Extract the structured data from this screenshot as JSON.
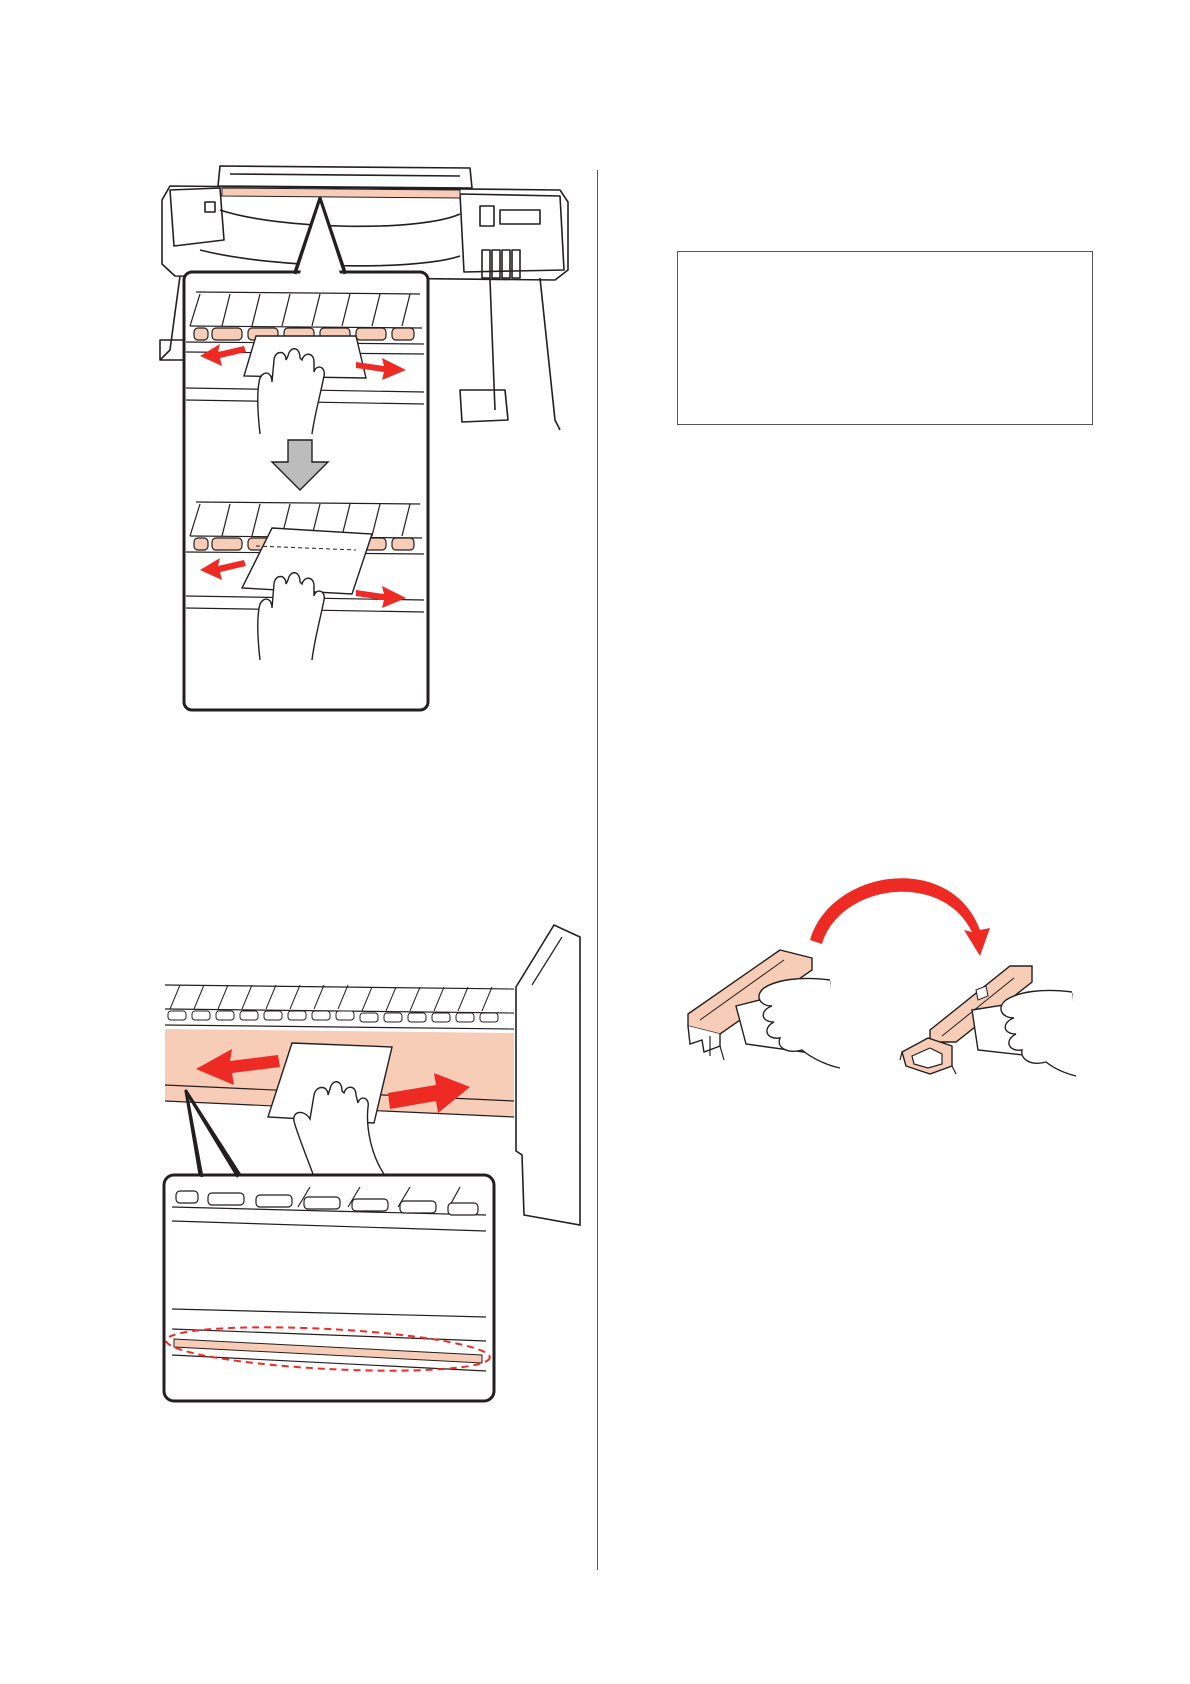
{
  "colors": {
    "highlight": "#f7cdb8",
    "arrow": "#ee2a24",
    "outline": "#231f20",
    "down_arrow": "#bcbcbc"
  },
  "figures": [
    {
      "name": "printer-platen-wipe",
      "icons": [
        "printer-icon",
        "hand-icon",
        "arrow-left-icon",
        "arrow-right-icon",
        "arrow-down-icon"
      ]
    },
    {
      "name": "platen-rail-wipe",
      "icons": [
        "hand-icon",
        "arrow-left-icon",
        "arrow-right-icon",
        "dashed-ellipse-icon"
      ]
    },
    {
      "name": "cleaning-part-flip",
      "icons": [
        "curved-arrow-icon",
        "hand-icon"
      ]
    }
  ]
}
